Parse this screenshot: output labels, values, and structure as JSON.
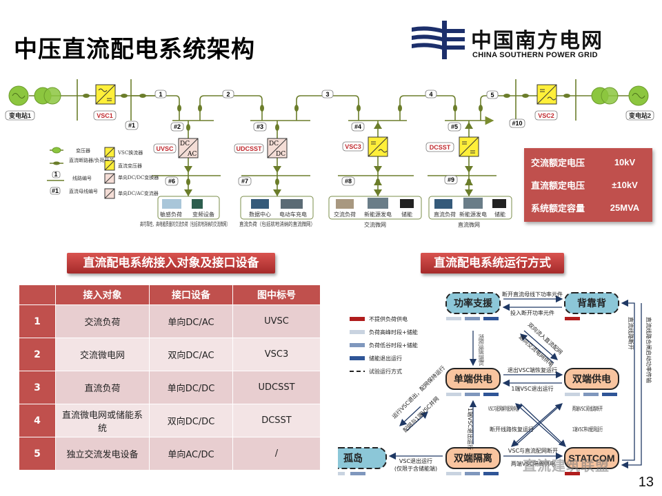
{
  "header": {
    "title": "中压直流配电系统架构",
    "logo_cn": "中国南方电网",
    "logo_en": "CHINA SOUTHERN POWER GRID"
  },
  "architecture": {
    "stations": [
      "变电站1",
      "变电站2"
    ],
    "converters": {
      "vsc1": "VSC1",
      "vsc2": "VSC2",
      "uvsc": "UVSC",
      "udcsst": "UDCSST",
      "vsc3": "VSC3",
      "dcsst": "DCSST"
    },
    "box_text": {
      "dc": "DC",
      "ac": "AC"
    },
    "line_numbers": [
      "1",
      "2",
      "3",
      "4",
      "5"
    ],
    "bus_numbers": [
      "#1",
      "#2",
      "#3",
      "#4",
      "#5",
      "#6",
      "#7",
      "#8",
      "#9",
      "#10"
    ],
    "legend": [
      {
        "symbol": "transformer",
        "label": "变压器"
      },
      {
        "symbol": "breaker",
        "label": "直流断路器/负荷开关"
      },
      {
        "symbol": "line-number",
        "label": "线路编号",
        "sample": "1"
      },
      {
        "symbol": "bus-number",
        "label": "直流母线编号",
        "sample": "#1"
      },
      {
        "symbol": "vsc",
        "label": "VSC换流器"
      },
      {
        "symbol": "dc-transformer",
        "label": "直流变压器"
      },
      {
        "symbol": "uni-dcdc",
        "label": "单向DC/DC变换器"
      },
      {
        "symbol": "uni-dcac",
        "label": "单向DC/AC变流器"
      }
    ],
    "load_groups": [
      {
        "items": [
          "敏感负荷",
          "变频设备"
        ],
        "caption": "高可靠性、高电能质量的交流负荷（包括就地消纳的交流微网）"
      },
      {
        "items": [
          "数据中心",
          "电动车充电"
        ],
        "caption": "直流负荷（包括就地消纳的直流微网）"
      },
      {
        "items": [
          "交流负荷",
          "新能源发电",
          "储能"
        ],
        "caption": "交流微网"
      },
      {
        "items": [
          "直流负荷",
          "新能源发电",
          "储能"
        ],
        "caption": "直流微网"
      }
    ]
  },
  "parameters": [
    {
      "label": "交流额定电压",
      "value": "10kV"
    },
    {
      "label": "直流额定电压",
      "value": "±10kV"
    },
    {
      "label": "系统额定容量",
      "value": "25MVA"
    }
  ],
  "access_section": {
    "banner": "直流配电系统接入对象及接口设备",
    "columns": [
      "",
      "接入对象",
      "接口设备",
      "图中标号"
    ],
    "rows": [
      {
        "no": "1",
        "object": "交流负荷",
        "device": "单向DC/AC",
        "label": "UVSC"
      },
      {
        "no": "2",
        "object": "交流微电网",
        "device": "双向DC/AC",
        "label": "VSC3"
      },
      {
        "no": "3",
        "object": "直流负荷",
        "device": "单向DC/DC",
        "label": "UDCSST"
      },
      {
        "no": "4",
        "object": "直流微电网或储能系统",
        "device": "双向DC/DC",
        "label": "DCSST"
      },
      {
        "no": "5",
        "object": "独立交流发电设备",
        "device": "单向AC/DC",
        "label": "/"
      }
    ]
  },
  "operation_section": {
    "banner": "直流配电系统运行方式",
    "legend": [
      {
        "color": "#b01c1c",
        "label": "不提供负荷供电"
      },
      {
        "color": "#c9d3e0",
        "label": "负荷高峰时段+储能"
      },
      {
        "color": "#7f97bd",
        "label": "负荷低谷时段+储能"
      },
      {
        "color": "#2f5597",
        "label": "储能退出运行"
      },
      {
        "color": "dash",
        "label": "试验运行方式"
      }
    ],
    "modes": {
      "power_support": "功率支援",
      "back_to_back": "背靠背",
      "single_end": "单端供电",
      "dual_end": "双端供电",
      "island": "孤岛",
      "dual_isolated": "双端隔离",
      "statcom": "STATCOM"
    },
    "transitions": {
      "ps_to_btb": "断开直流母线下功率元件",
      "btb_to_ps": "投入断开功率元件",
      "ps_to_single": "功率支援失败 主动退出给储 交流电网侧VSC",
      "diag_a": "双向流入直流配网",
      "diag_b": "返向交流电网供电",
      "single_to_dual": "退出VSC端恢复运行",
      "dual_to_single": "1端VSC退出运行",
      "iso_to_single": "1端VSC退出运行",
      "x1": "VSC与配网解列配网停运",
      "x2": "两端VSC间线路断开",
      "x3": "断开线路恢复运行",
      "x4": "1端VSC带动配网运行",
      "iso_to_statcom": "VSC与直流配网断开",
      "statcom_to_iso": "两端VSC隔离供电",
      "island_diag_a": "运行VSC退出，配网保持运行",
      "island_diag_b": "配网与1端VSC并网",
      "iso_to_island": "VSC退出运行",
      "iso_to_island_note": "(仅限于含储能端)",
      "right_inner": "直流线路断开",
      "right_outer": "直流线路合闸启动功率传输"
    }
  },
  "footer": {
    "page_number": "13",
    "watermark": "直流建筑联盟"
  }
}
